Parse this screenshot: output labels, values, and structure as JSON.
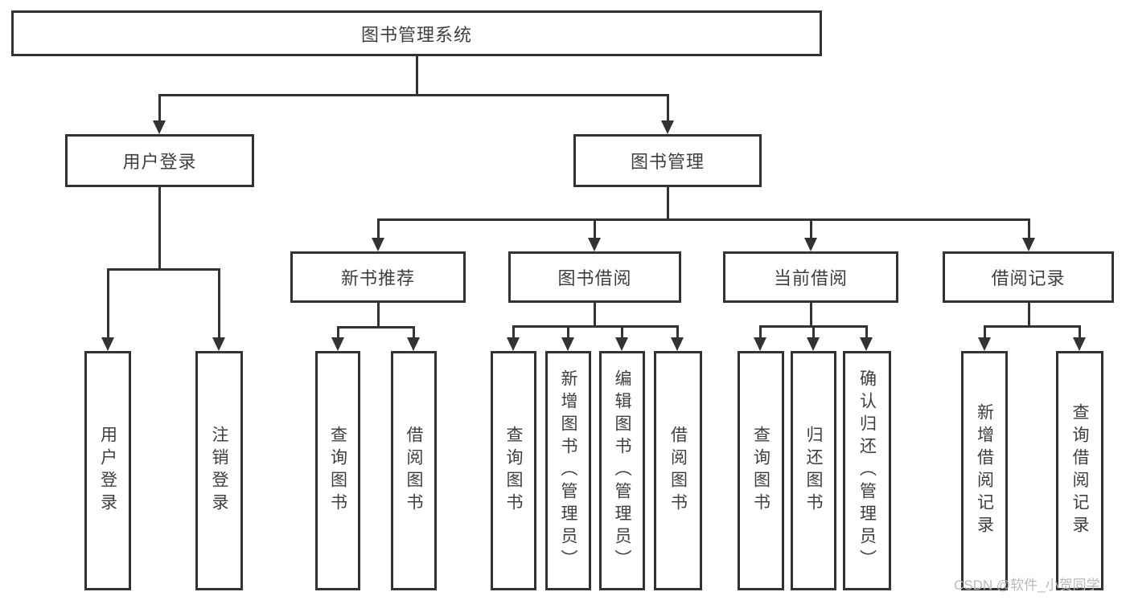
{
  "diagram": {
    "root": "图书管理系统",
    "branches": [
      {
        "label": "用户登录",
        "leaves": [
          "用户登录",
          "注销登录"
        ]
      },
      {
        "label": "图书管理",
        "groups": [
          {
            "label": "新书推荐",
            "leaves": [
              "查询图书",
              "借阅图书"
            ]
          },
          {
            "label": "图书借阅",
            "leaves": [
              "查询图书",
              "新增图书（管理员）",
              "编辑图书（管理员）",
              "借阅图书"
            ]
          },
          {
            "label": "当前借阅",
            "leaves": [
              "查询图书",
              "归还图书",
              "确认归还（管理员）"
            ]
          },
          {
            "label": "借阅记录",
            "leaves": [
              "新增借阅记录",
              "查询借阅记录"
            ]
          }
        ]
      }
    ]
  },
  "watermark": "CSDN @软件_小贺同学",
  "colors": {
    "line": "#333333",
    "text": "#3f3f3f",
    "background": "#ffffff",
    "watermark": "#b9b9b9"
  }
}
